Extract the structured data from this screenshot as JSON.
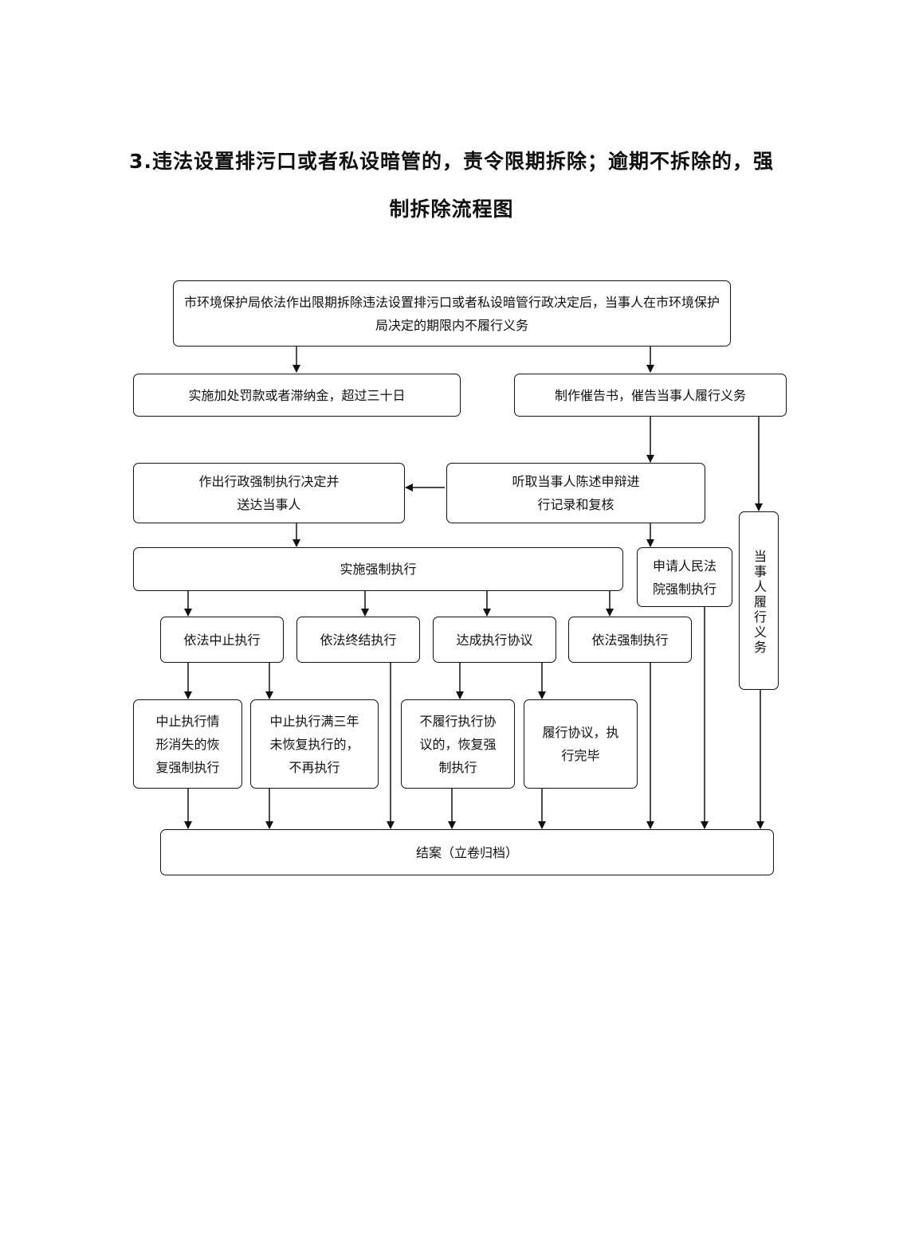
{
  "title": {
    "line1": "3.违法设置排污口或者私设暗管的，责令限期拆除；逾期不拆除的，强",
    "line2": "制拆除流程图"
  },
  "nodes": {
    "start": "市环境保护局依法作出限期拆除违法设置排污口或者私设暗管行政决定后，当事人在市环境保护局决定的期限内不履行义务",
    "fine": "实施加处罚款或者滞纳金，超过三十日",
    "reminder": "制作催告书，催告当事人履行义务",
    "decision": "作出行政强制执行决定并送达当事人",
    "hearing": "听取当事人陈述申辩进行记录和复核",
    "party_perform": "当事人履行义务",
    "enforce": "实施强制执行",
    "court": "申请人民法院强制执行",
    "suspend": "依法中止执行",
    "terminate": "依法终结执行",
    "agreement": "达成执行协议",
    "compel": "依法强制执行",
    "resume": "中止执行情形消失的恢复强制执行",
    "no_longer": "中止执行满三年未恢复执行的，不再执行",
    "breach": "不履行执行协议的，恢复强制执行",
    "fulfilled": "履行协议，执行完毕",
    "close": "结案（立卷归档）"
  }
}
